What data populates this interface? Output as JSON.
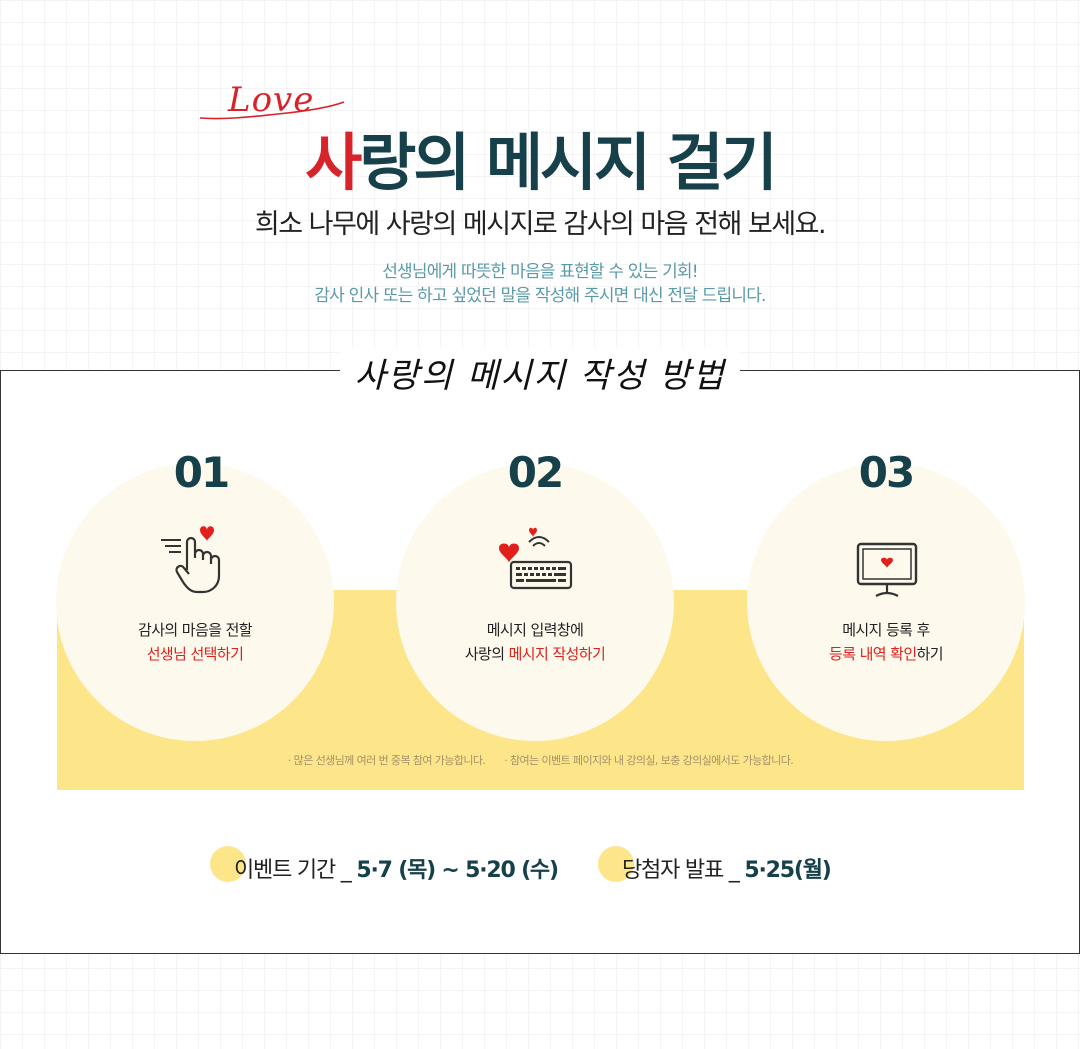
{
  "header": {
    "love_script": "Love",
    "title_red_part": "사",
    "title_rest": "랑의 메시지 걸기",
    "subtitle": "희소 나무에 사랑의 메시지로 감사의 마음 전해 보세요.",
    "desc_line1": "선생님에게 따뜻한 마음을 표현할 수 있는 기회!",
    "desc_line2": "감사 인사 또는 하고 싶었던 말을 작성해 주시면 대신 전달 드립니다."
  },
  "section": {
    "title": "사랑의 메시지 작성 방법"
  },
  "steps": [
    {
      "num": "01",
      "line1": "감사의 마음을 전할",
      "line2_red": "선생님 선택하기",
      "line2_rest": "",
      "icon": "hand-heart-icon"
    },
    {
      "num": "02",
      "line1": "메시지 입력창에",
      "line2_prefix": "사랑의 ",
      "line2_red": "메시지 작성하기",
      "icon": "keyboard-heart-icon"
    },
    {
      "num": "03",
      "line1": "메시지 등록 후",
      "line2_red": "등록 내역 확인",
      "line2_rest": "하기",
      "icon": "monitor-heart-icon"
    }
  ],
  "notes": [
    "· 많은 선생님께 여러 번 중복 참여 가능합니다.",
    "· 참여는 이벤트 페이지와 내 강의실, 보충 강의실에서도 가능합니다."
  ],
  "event": {
    "period_label": "이벤트 기간 _ ",
    "period_value": "5·7 (목) ~ 5·20 (수)",
    "announce_label": "당첨자 발표 _ ",
    "announce_value": "5·25(월)"
  },
  "colors": {
    "accent_red": "#d8232a",
    "title_dark": "#16404a",
    "yellow": "#fde68a",
    "desc_teal": "#5a9aa8"
  }
}
